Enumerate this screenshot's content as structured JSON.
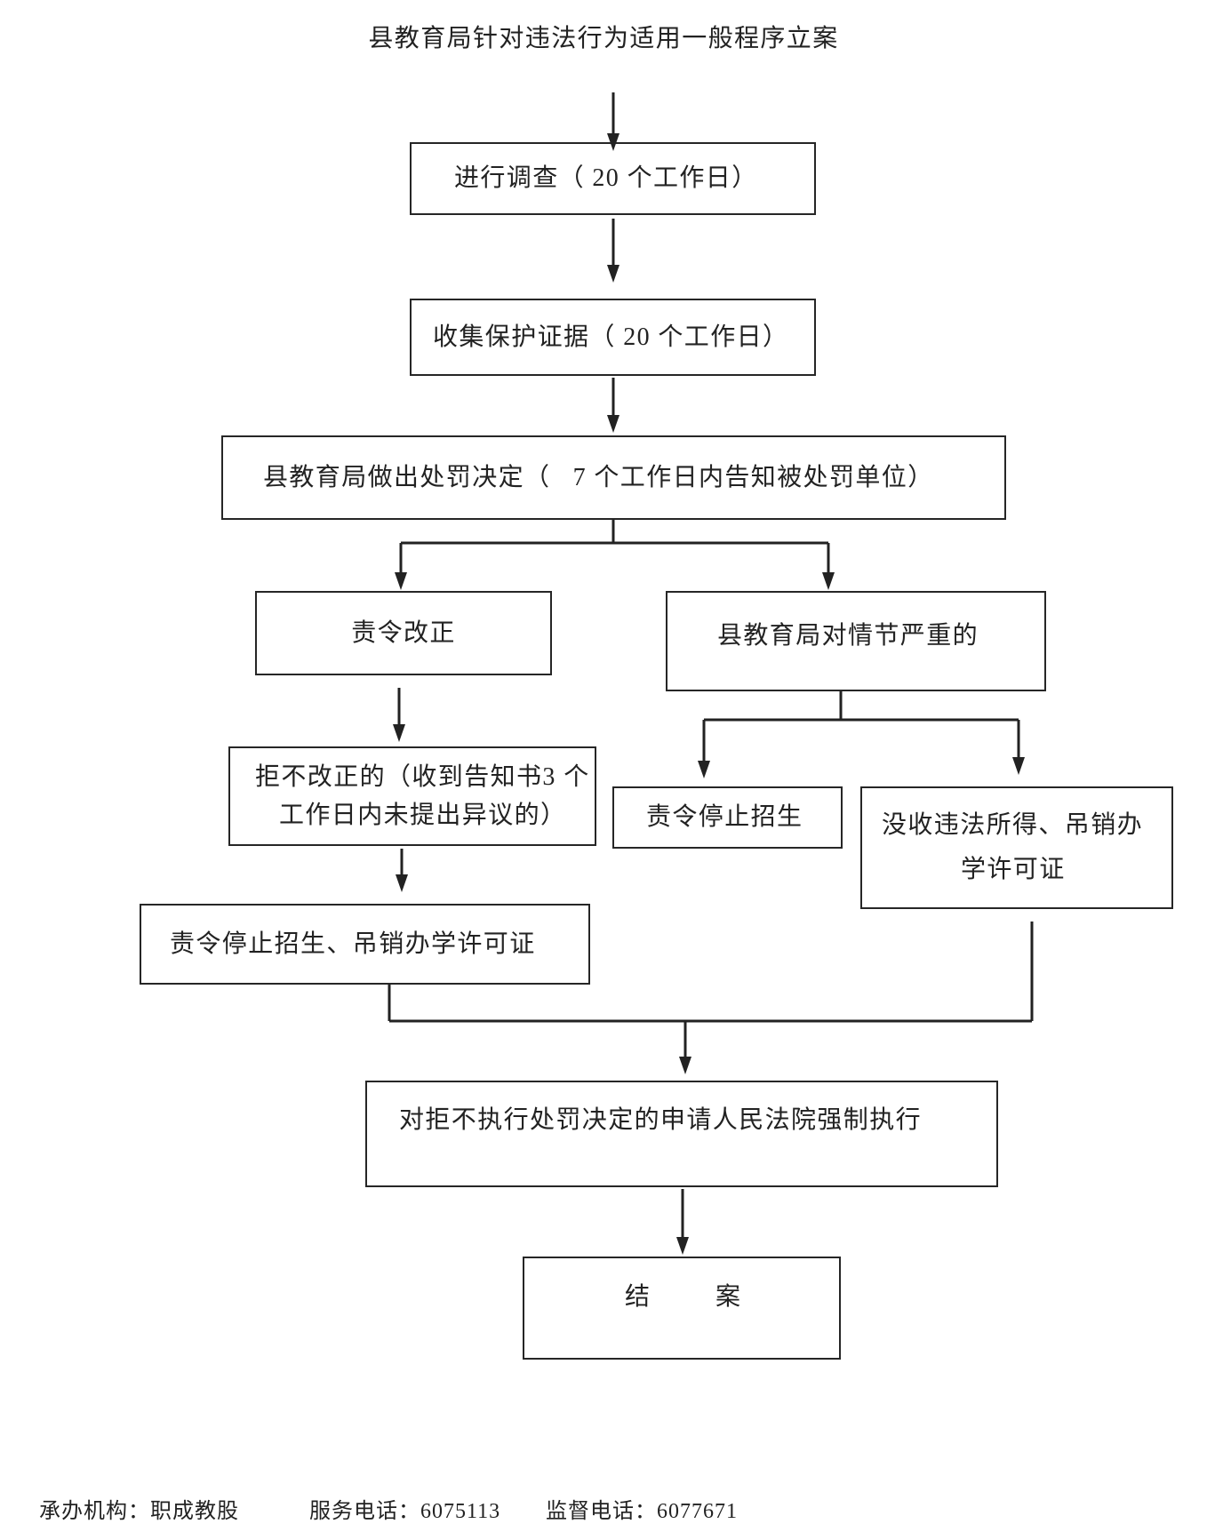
{
  "title": "县教育局针对违法行为适用一般程序立案",
  "nodes": {
    "investigate": "进行调查（ 20 个工作日）",
    "collect_evidence": "收集保护证据（ 20 个工作日）",
    "penalty_decision": "县教育局做出处罚决定（   7 个工作日内告知被处罚单位）",
    "order_correction": "责令改正",
    "serious_cases": "县教育局对情节严重的",
    "refuse_correction_line1": "拒不改正的（收到告知书3 个",
    "refuse_correction_line2": "工作日内未提出异议的）",
    "stop_enrollment": "责令停止招生",
    "confiscate_line1": "没收违法所得、吊销办",
    "confiscate_line2": "学许可证",
    "stop_and_revoke": "责令停止招生、吊销办学许可证",
    "court_enforcement": "对拒不执行处罚决定的申请人民法院强制执行",
    "close_case": "结　　案"
  },
  "footer": {
    "agency": {
      "label": "承办机构：",
      "value": "职成教股"
    },
    "service_phone": {
      "label": "服务电话：",
      "value": "6075113"
    },
    "supervision_phone": {
      "label": "监督电话：",
      "value": "6077671"
    }
  }
}
